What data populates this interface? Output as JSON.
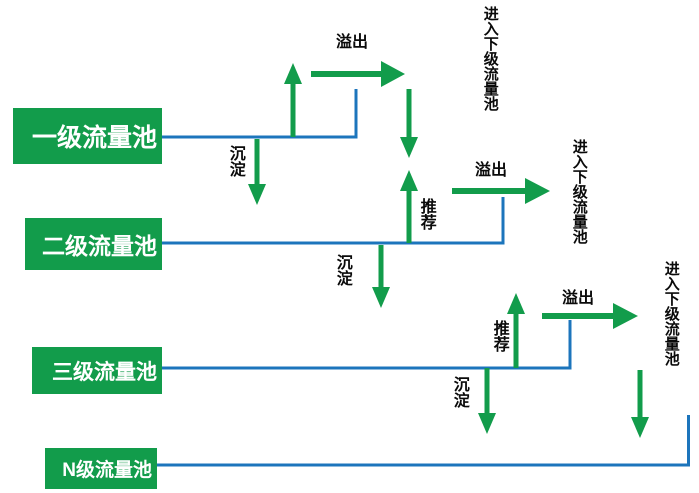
{
  "diagram": {
    "pools": [
      {
        "id": "level-1",
        "label": "一级流量池"
      },
      {
        "id": "level-2",
        "label": "二级流量池"
      },
      {
        "id": "level-3",
        "label": "三级流量池"
      },
      {
        "id": "level-n",
        "label": "N级流量池"
      }
    ],
    "flow_labels": {
      "overflow": "溢出",
      "settle": "沉淀",
      "recommend": "推荐",
      "enter_next_pool": "进入下级流量池"
    },
    "colors": {
      "pool_green": "#129c4b",
      "arrow_green": "#129c4b",
      "connector_blue": "#1c75bc",
      "label_text": "#0a0a0a",
      "pool_text": "#ffffff"
    }
  }
}
